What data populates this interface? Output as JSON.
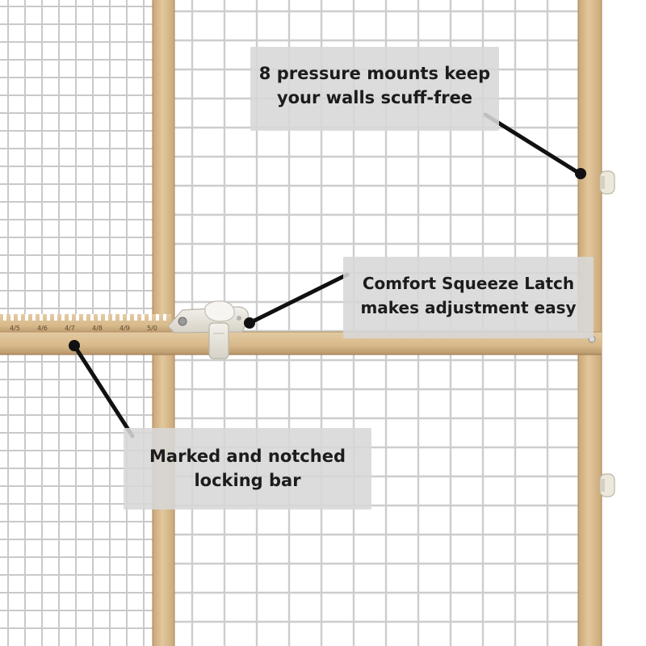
{
  "image": {
    "description_colors": {
      "background": "#ffffff",
      "wood": "#d8b98a",
      "wood_dark": "#b89566",
      "mesh": "#c9c9c9",
      "callout_bg": "#d7d7d7",
      "pointer": "#111111",
      "latch": "#e6e3da"
    }
  },
  "callouts": {
    "mounts": {
      "line1": "8 pressure mounts keep",
      "line2": "your walls scuff-free"
    },
    "latch": {
      "line1": "Comfort Squeeze Latch",
      "line2": "makes adjustment easy"
    },
    "bar": {
      "line1": "Marked and notched",
      "line2": "locking bar"
    }
  },
  "bar_markings": [
    "4/5",
    "4/6",
    "4/7",
    "4/8",
    "4/9",
    "5/0"
  ]
}
